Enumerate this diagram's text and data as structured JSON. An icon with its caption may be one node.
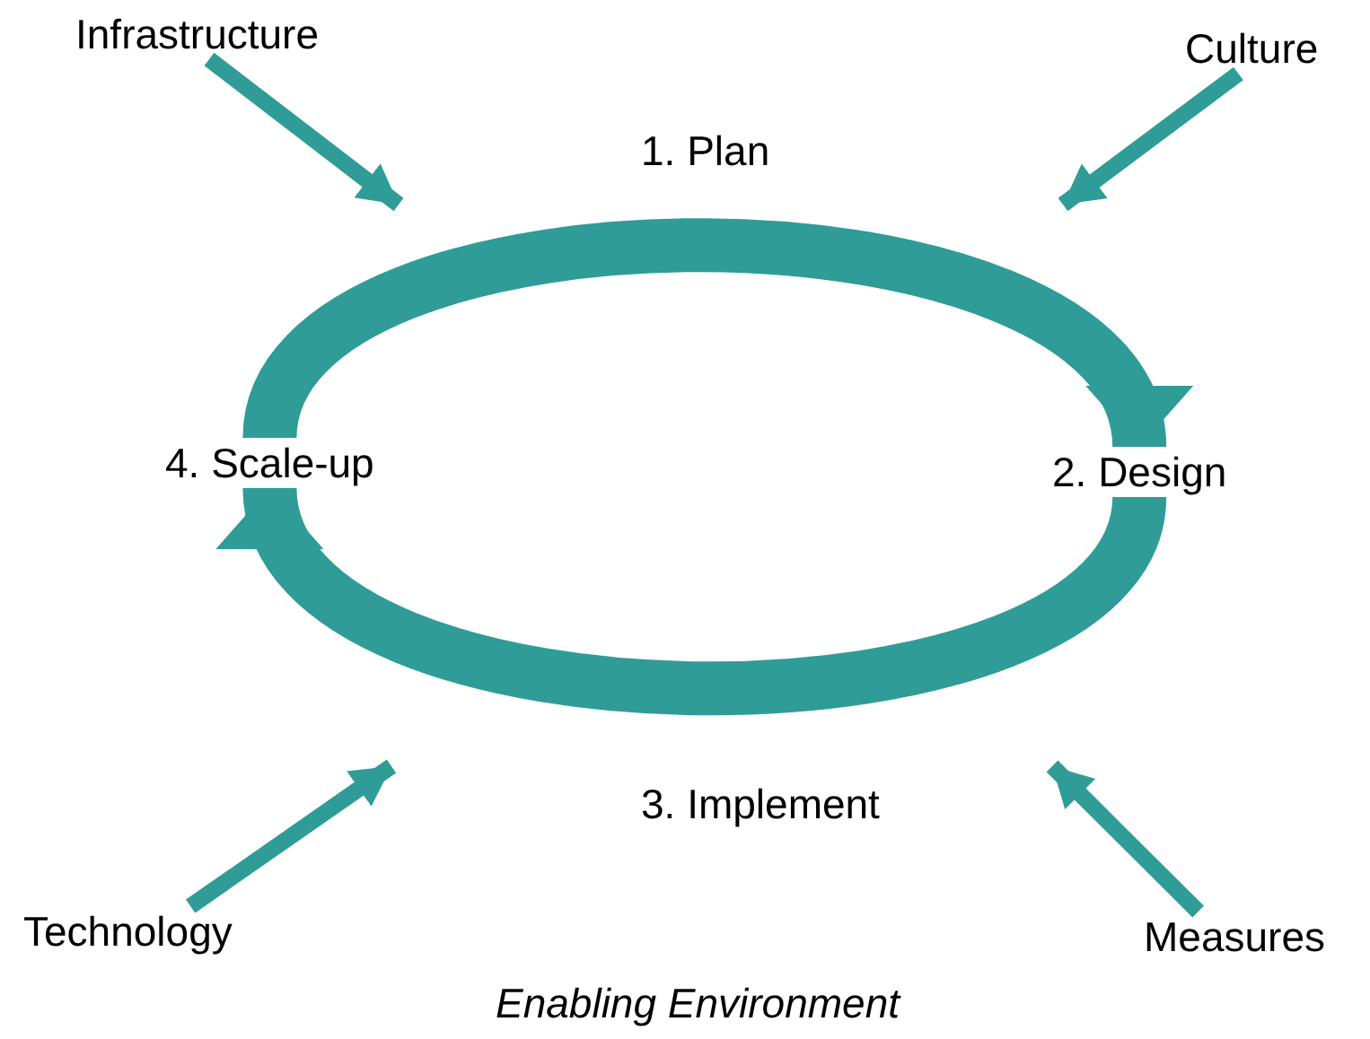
{
  "diagram": {
    "caption": "Enabling Environment",
    "nodes": [
      {
        "text": [
          "Infrastructure"
        ]
      },
      {
        "text": [
          "Culture"
        ]
      },
      {
        "text": [
          "1. Plan"
        ]
      },
      {
        "text": [
          "2. Design"
        ]
      },
      {
        "text": [
          "3. Implement"
        ]
      },
      {
        "text": [
          "4. Scale-up"
        ]
      },
      {
        "text": [
          "Technology"
        ]
      },
      {
        "text": [
          "Measures"
        ]
      }
    ],
    "edges": [
      {
        "from": 5,
        "to": 3,
        "arrow": "to",
        "style": "thick"
      },
      {
        "from": 3,
        "to": 5,
        "arrow": "to",
        "style": "thick"
      },
      {
        "from": 0,
        "to": null,
        "arrow": "to"
      },
      {
        "from": 1,
        "to": null,
        "arrow": "to"
      },
      {
        "from": 6,
        "to": null,
        "arrow": "to"
      },
      {
        "from": 7,
        "to": null,
        "arrow": "to"
      }
    ]
  }
}
